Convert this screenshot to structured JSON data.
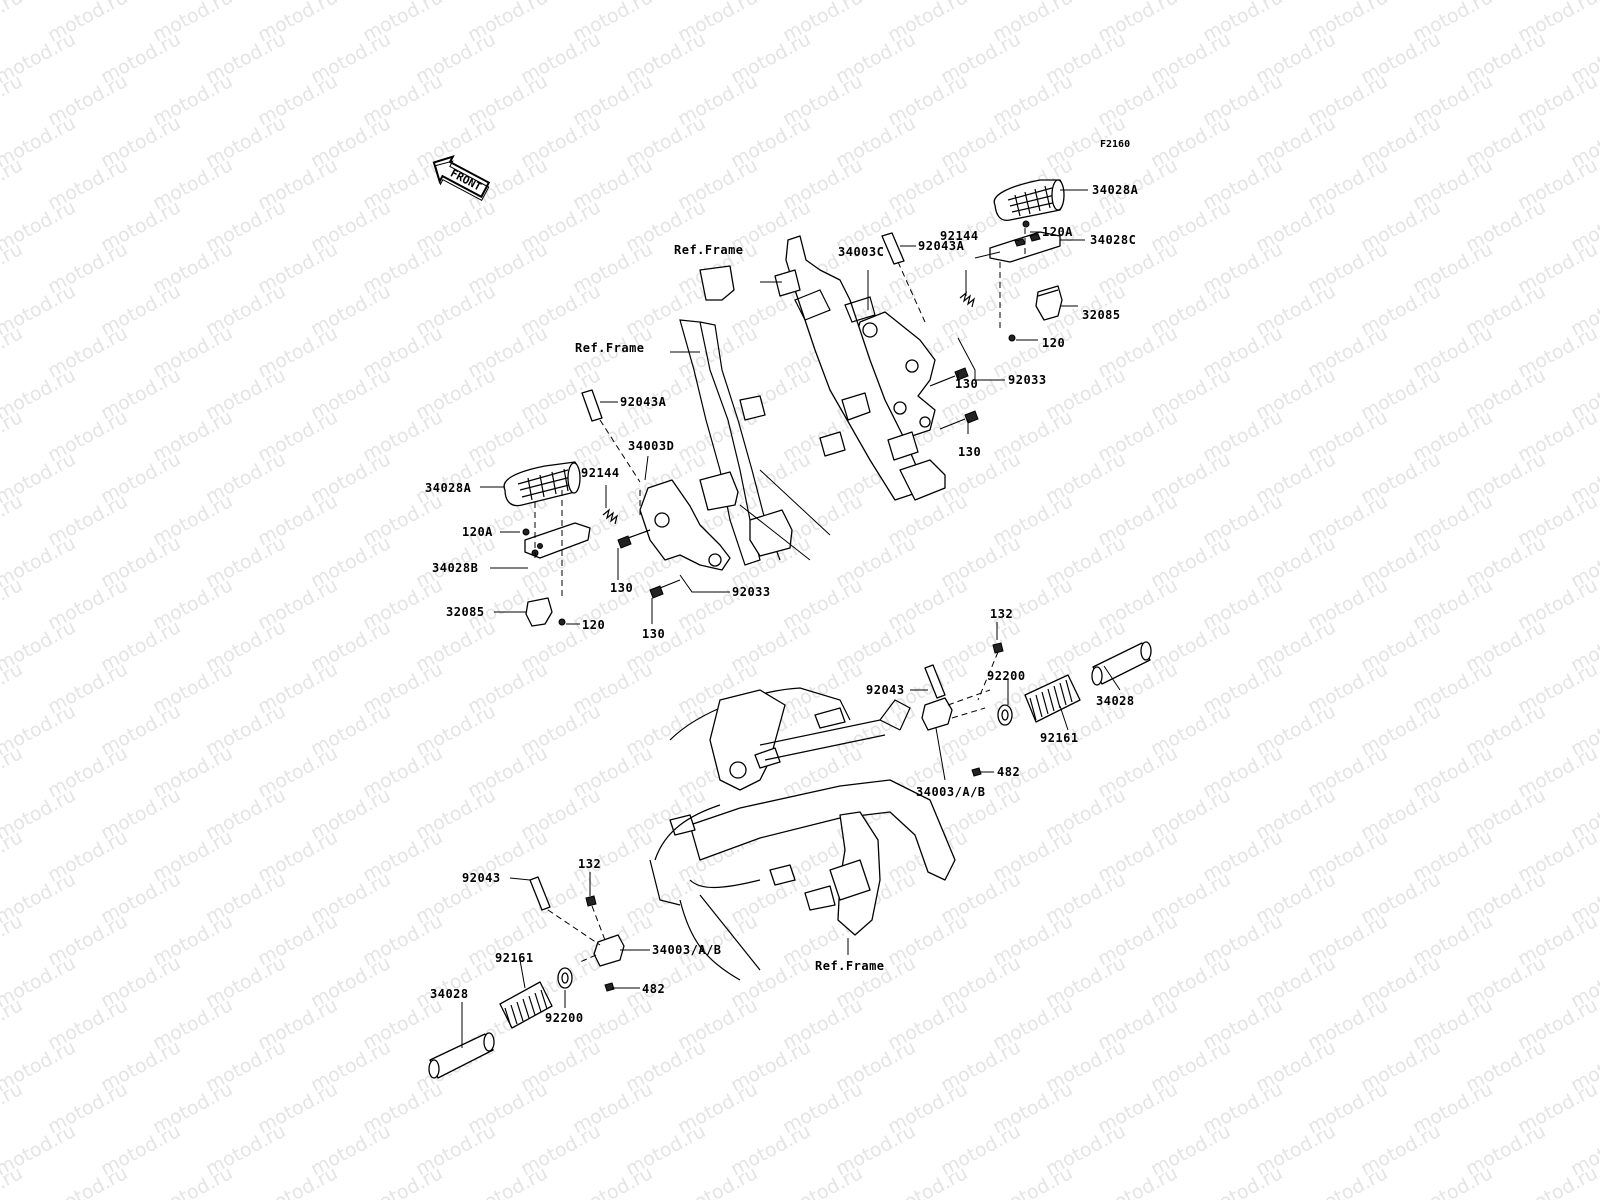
{
  "diagram_code": "F2160",
  "watermark": "motod.ru",
  "front_arrow_label": "FRONT",
  "labels": {
    "l_34028A_right": "34028A",
    "l_120A_right": "120A",
    "l_92043A_right": "92043A",
    "l_34028C": "34028C",
    "l_92144_right": "92144",
    "l_32085_right": "32085",
    "l_120_right": "120",
    "l_92033_right": "92033",
    "l_130_right_upper": "130",
    "l_130_right_lower": "130",
    "l_34003C": "34003C",
    "l_ref_frame_top": "Ref.Frame",
    "l_ref_frame_mid": "Ref.Frame",
    "l_ref_frame_bottom": "Ref.Frame",
    "l_92043A_left": "92043A",
    "l_34003D": "34003D",
    "l_92144_left": "92144",
    "l_34028A_left": "34028A",
    "l_120A_left": "120A",
    "l_34028B": "34028B",
    "l_32085_left": "32085",
    "l_120_left": "120",
    "l_130_left_upper": "130",
    "l_130_left_lower": "130",
    "l_92033_left": "92033",
    "l_132_top": "132",
    "l_92043_top": "92043",
    "l_92200_top": "92200",
    "l_34028_right": "34028",
    "l_92161_right": "92161",
    "l_482_top": "482",
    "l_34003AB_top": "34003/A/B",
    "l_92043_bottom": "92043",
    "l_132_bottom": "132",
    "l_92161_left": "92161",
    "l_34003AB_bottom": "34003/A/B",
    "l_34028_left": "34028",
    "l_482_bottom": "482",
    "l_92200_bottom": "92200"
  }
}
